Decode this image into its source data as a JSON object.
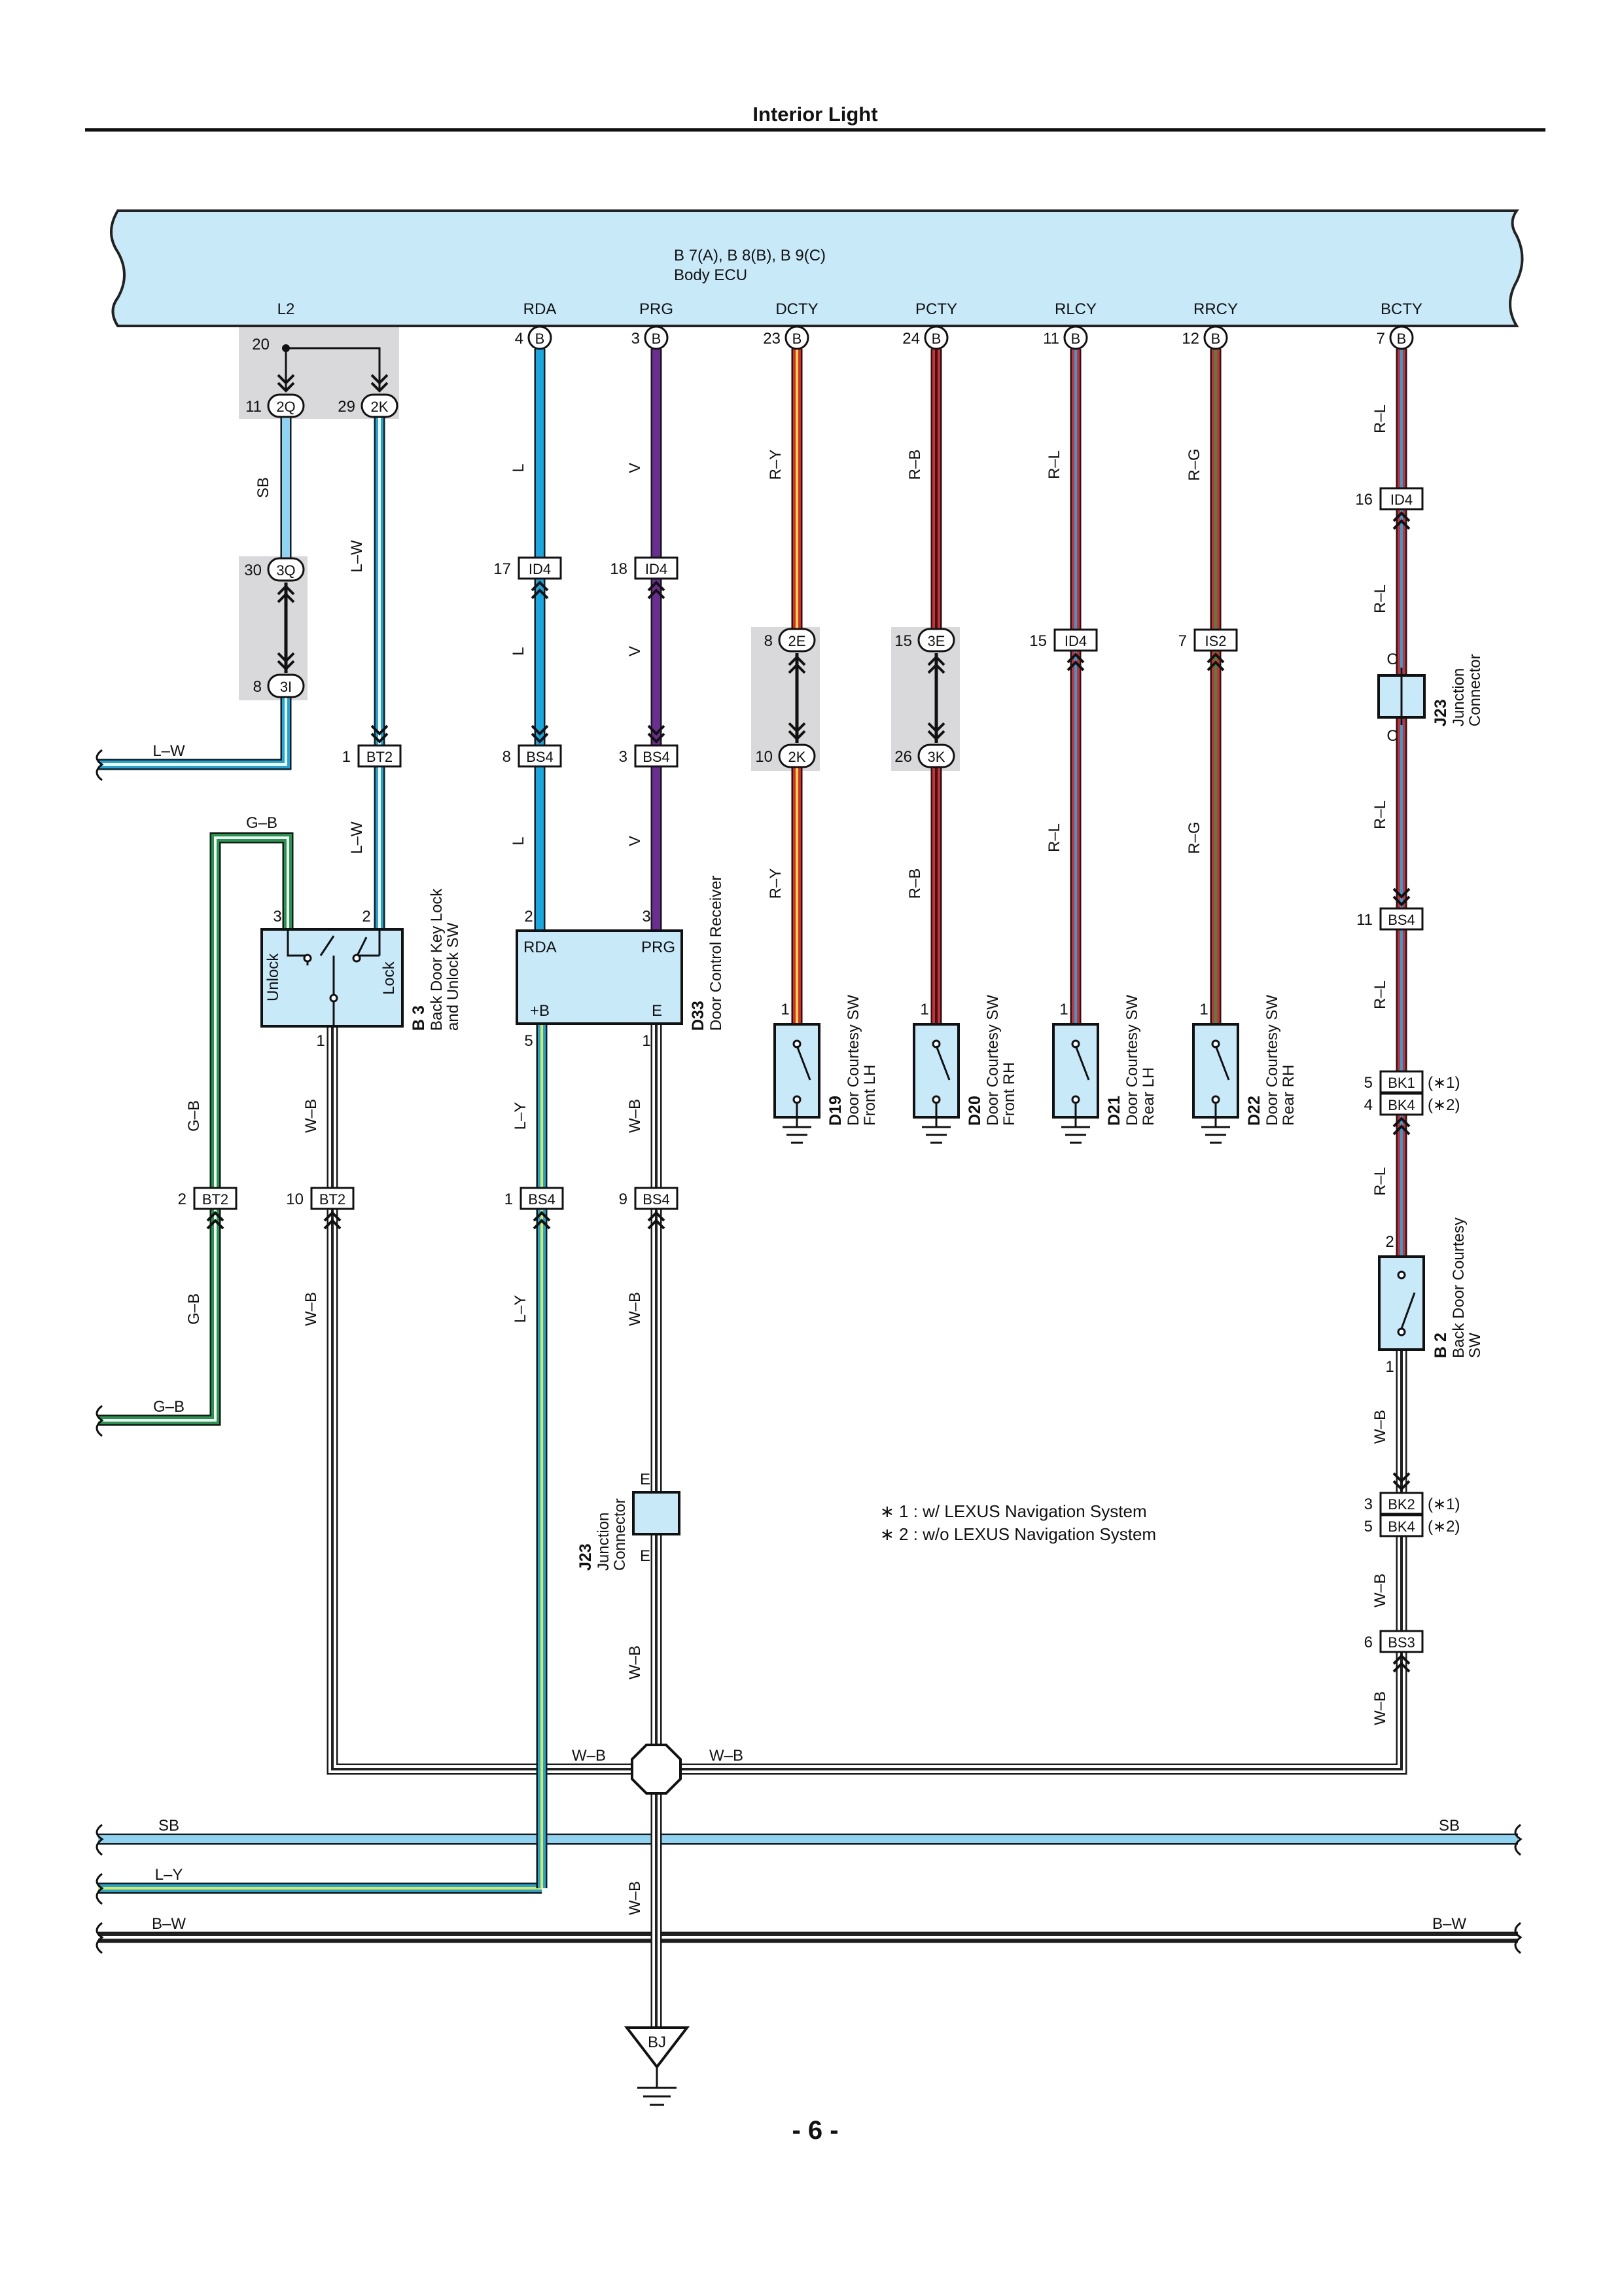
{
  "header": {
    "title": "Interior Light"
  },
  "footer": {
    "page_number": "- 6 -"
  },
  "ecu": {
    "id": "B 7(A), B 8(B), B 9(C)",
    "name": "Body ECU",
    "terminals": [
      {
        "name": "L2",
        "pins": [
          {
            "num": "20",
            "conn": ""
          }
        ]
      },
      {
        "name": "RDA",
        "pins": [
          {
            "num": "4",
            "conn": "B"
          }
        ]
      },
      {
        "name": "PRG",
        "pins": [
          {
            "num": "3",
            "conn": "B"
          }
        ]
      },
      {
        "name": "DCTY",
        "pins": [
          {
            "num": "23",
            "conn": "B"
          }
        ]
      },
      {
        "name": "PCTY",
        "pins": [
          {
            "num": "24",
            "conn": "B"
          }
        ]
      },
      {
        "name": "RLCY",
        "pins": [
          {
            "num": "11",
            "conn": "B"
          }
        ]
      },
      {
        "name": "RRCY",
        "pins": [
          {
            "num": "12",
            "conn": "B"
          }
        ]
      },
      {
        "name": "BCTY",
        "pins": [
          {
            "num": "7",
            "conn": "B"
          }
        ]
      }
    ]
  },
  "connectors": {
    "c2Q": {
      "pin": "11",
      "name": "2Q"
    },
    "c2K_top": {
      "pin": "29",
      "name": "2K"
    },
    "c3Q": {
      "pin": "30",
      "name": "3Q"
    },
    "c3I": {
      "pin": "8",
      "name": "3I"
    },
    "BT2_1": {
      "pin": "1",
      "name": "BT2"
    },
    "ID4_17": {
      "pin": "17",
      "name": "ID4"
    },
    "ID4_18": {
      "pin": "18",
      "name": "ID4"
    },
    "BS4_8": {
      "pin": "8",
      "name": "BS4"
    },
    "BS4_3": {
      "pin": "3",
      "name": "BS4"
    },
    "c2E": {
      "pin": "8",
      "name": "2E"
    },
    "c2K_mid": {
      "pin": "10",
      "name": "2K"
    },
    "c3E": {
      "pin": "15",
      "name": "3E"
    },
    "c3K": {
      "pin": "26",
      "name": "3K"
    },
    "ID4_15": {
      "pin": "15",
      "name": "ID4"
    },
    "IS2_7": {
      "pin": "7",
      "name": "IS2"
    },
    "ID4_16": {
      "pin": "16",
      "name": "ID4"
    },
    "BS4_11": {
      "pin": "11",
      "name": "BS4"
    },
    "BK1_5": {
      "pin": "5",
      "name": "BK1",
      "note": "(∗1)"
    },
    "BK4_4": {
      "pin": "4",
      "name": "BK4",
      "note": "(∗2)"
    },
    "BT2_2": {
      "pin": "2",
      "name": "BT2"
    },
    "BT2_10": {
      "pin": "10",
      "name": "BT2"
    },
    "BS4_1": {
      "pin": "1",
      "name": "BS4"
    },
    "BS4_9": {
      "pin": "9",
      "name": "BS4"
    },
    "BK2_3": {
      "pin": "3",
      "name": "BK2",
      "note": "(∗1)"
    },
    "BK4_5": {
      "pin": "5",
      "name": "BK4",
      "note": "(∗2)"
    },
    "BS3_6": {
      "pin": "6",
      "name": "BS3"
    },
    "ground": {
      "name": "BJ"
    }
  },
  "wire_colors": {
    "SB": "#8ed4f2",
    "L": "#14a9e2",
    "V": "#6a2d91",
    "R": "#e4262c",
    "Y": "#f2e23a",
    "B": "#222222",
    "W": "#ffffff",
    "G": "#1f9a4a"
  },
  "wire_labels": {
    "sb": "SB",
    "lw": "L–W",
    "l": "L",
    "v": "V",
    "ry": "R–Y",
    "rb": "R–B",
    "rl": "R–L",
    "rg": "R–G",
    "gb": "G–B",
    "wb": "W–B",
    "ly": "L–Y",
    "bw": "B–W"
  },
  "components": {
    "b3": {
      "code": "B 3",
      "name1": "Back Door Key Lock",
      "name2": "and Unlock SW",
      "unlock": "Unlock",
      "lock": "Lock",
      "p3": "3",
      "p2": "2",
      "p1": "1"
    },
    "d33": {
      "code": "D33",
      "name": "Door Control Receiver",
      "rda": "RDA",
      "prg": "PRG",
      "b": "+B",
      "e": "E",
      "p2": "2",
      "p3": "3",
      "p5": "5",
      "p1": "1"
    },
    "d19": {
      "code": "D19",
      "name1": "Door Courtesy SW",
      "name2": "Front LH",
      "pin": "1"
    },
    "d20": {
      "code": "D20",
      "name1": "Door Courtesy SW",
      "name2": "Front RH",
      "pin": "1"
    },
    "d21": {
      "code": "D21",
      "name1": "Door Courtesy SW",
      "name2": "Rear LH",
      "pin": "1"
    },
    "d22": {
      "code": "D22",
      "name1": "Door Courtesy SW",
      "name2": "Rear RH",
      "pin": "1"
    },
    "b2": {
      "code": "B 2",
      "name1": "Back Door Courtesy",
      "name2": "SW",
      "p2": "2",
      "p1": "1"
    },
    "j23a": {
      "code": "J23",
      "name1": "Junction",
      "name2": "Connector",
      "pin": "C"
    },
    "j23b": {
      "code": "J23",
      "name1": "Junction",
      "name2": "Connector",
      "pin": "E"
    }
  },
  "notes": [
    "∗ 1 : w/ LEXUS Navigation System",
    "∗ 2 : w/o LEXUS Navigation System"
  ]
}
